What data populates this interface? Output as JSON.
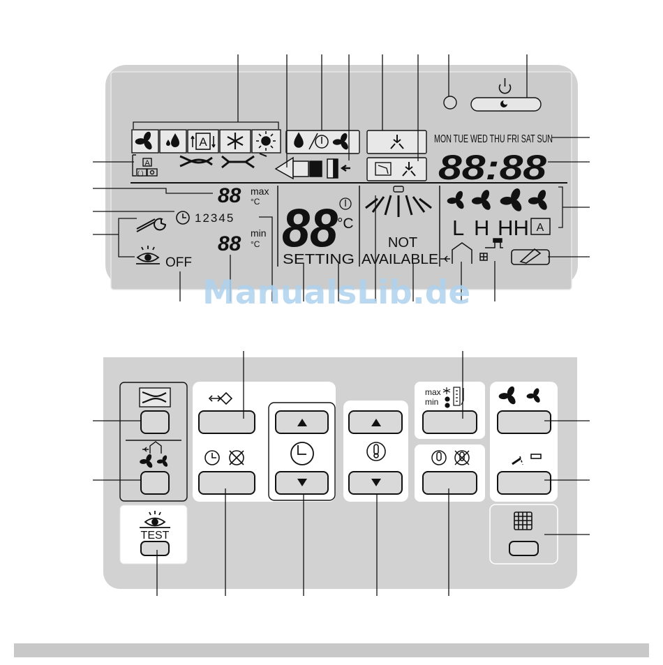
{
  "lcd": {
    "days": "MON TUE WED THU FRI SAT SUN",
    "clock": "88:88",
    "max_value": "88",
    "max_label": "max",
    "max_unit": "°C",
    "min_value": "88",
    "min_label": "min",
    "min_unit": "°C",
    "program_numbers": "12345",
    "off_label": "OFF",
    "setting_digits": "88",
    "setting_unit": "°C",
    "setting_label": "SETTING",
    "not_label": "NOT",
    "available_label": "AVAILABLE",
    "fan_speed_letters": [
      "L",
      "H",
      "HH"
    ]
  },
  "remote": {
    "test_label": "TEST",
    "max_label": "max",
    "min_label": "min"
  },
  "watermark": "ManualsLib.de",
  "colors": {
    "panel": "#d2d2d2",
    "lcd_bg": "#cbcbcb",
    "segment": "#111111",
    "button_fill": "#d9d9d9",
    "group_fill": "#ffffff",
    "footer_bar": "#c8c8c8",
    "watermark": "#aed3ee"
  },
  "icons": [
    "fan-icon",
    "drop-icon",
    "auto-icon",
    "snowflake-icon",
    "sun-icon",
    "thermostat-icon",
    "airflow-icon",
    "clock-icon",
    "wrench-icon",
    "eye-icon",
    "power-icon",
    "moon-icon",
    "house-icon",
    "filter-icon",
    "grid-icon",
    "louver-icon"
  ]
}
